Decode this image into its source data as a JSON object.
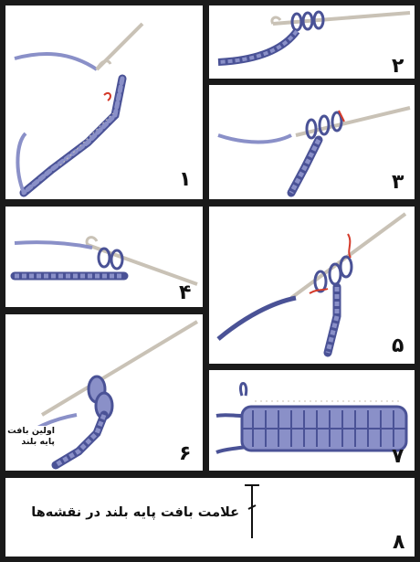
{
  "steps": [
    {
      "number": "۱"
    },
    {
      "number": "۲"
    },
    {
      "number": "۳"
    },
    {
      "number": "۴"
    },
    {
      "number": "۵"
    },
    {
      "number": "۶",
      "note_line1": "اولین بافت",
      "note_line2": "پایه بلند"
    },
    {
      "number": "۷"
    },
    {
      "number": "۸",
      "caption": "علامت بافت پایه بلند در نقشه‌ها"
    }
  ],
  "colors": {
    "yarn": "#8a90c8",
    "yarn_dark": "#4a5296",
    "marker": "#d43a2a",
    "hook": "#c9c2b6",
    "border": "#1a1a1a"
  }
}
